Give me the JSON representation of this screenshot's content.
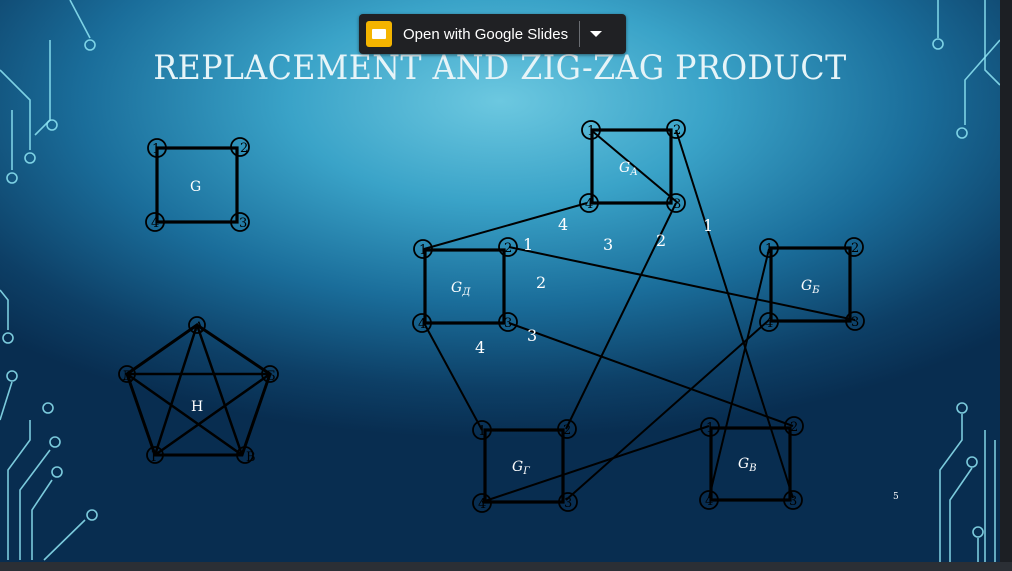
{
  "toolbar": {
    "open_label": "Open with Google Slides",
    "icon": "google-slides-icon",
    "accent": "#f4b400"
  },
  "slide": {
    "title": "REPLACEMENT AND ZIG-ZAG PRODUCT",
    "page_number": "5",
    "graph_g": {
      "label": "G",
      "nodes": [
        "1",
        "2",
        "3",
        "4"
      ]
    },
    "graph_h": {
      "label": "H",
      "nodes": [
        "А",
        "Б",
        "В",
        "Г",
        "Д"
      ]
    },
    "product": {
      "clouds": [
        {
          "id": "А",
          "label": "G",
          "sub": "А"
        },
        {
          "id": "Б",
          "label": "G",
          "sub": "Б"
        },
        {
          "id": "В",
          "label": "G",
          "sub": "В"
        },
        {
          "id": "Г",
          "label": "G",
          "sub": "Г"
        },
        {
          "id": "Д",
          "label": "G",
          "sub": "Д"
        }
      ],
      "edge_labels": [
        "4",
        "1",
        "3",
        "2",
        "1",
        "2",
        "3",
        "4"
      ]
    }
  }
}
